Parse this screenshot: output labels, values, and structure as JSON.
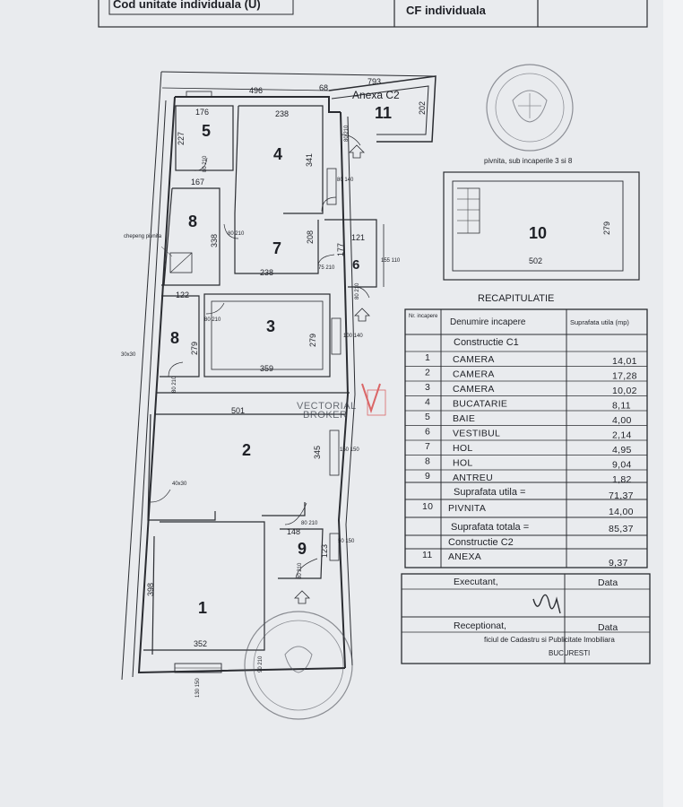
{
  "header": {
    "cod_label": "Cod unitate individuala (U)",
    "cf_label": "CF individuala"
  },
  "plan": {
    "top_dims": {
      "total": "793",
      "left": "496",
      "mid": "68"
    },
    "anexa_title": "Anexa C2",
    "rooms": [
      {
        "num": "1"
      },
      {
        "num": "2"
      },
      {
        "num": "3"
      },
      {
        "num": "4"
      },
      {
        "num": "5"
      },
      {
        "num": "6"
      },
      {
        "num": "7"
      },
      {
        "num": "8"
      },
      {
        "num": "8"
      },
      {
        "num": "9"
      },
      {
        "num": "10"
      },
      {
        "num": "11"
      }
    ],
    "dims": [
      "176",
      "238",
      "227",
      "341",
      "167",
      "338",
      "208",
      "121",
      "177",
      "238",
      "122",
      "279",
      "279",
      "359",
      "501",
      "345",
      "148",
      "123",
      "398",
      "352",
      "202",
      "279",
      "502",
      "30x30",
      "40x30"
    ],
    "openings": [
      "80 210",
      "80 140",
      "80 210",
      "80 210",
      "75 210",
      "155 110",
      "80 210",
      "80 210",
      "100 140",
      "80 210",
      "150 150",
      "80 210",
      "50 150",
      "80 210",
      "130 150",
      "90 210"
    ],
    "chepeng_label": "chepeng pivnita",
    "pivnita_note": "pivnita, sub incaperile 3 si 8"
  },
  "watermark": {
    "line1": "VECTORIAL",
    "line2": "BROKER"
  },
  "recap": {
    "title": "RECAPITULATIE",
    "col_nr": "Nr. incapere",
    "col_name": "Denumire incapere",
    "col_area": "Suprafata utila (mp)",
    "section_c1": "Constructie C1",
    "rows": [
      {
        "nr": "1",
        "name": "CAMERA",
        "area": "14,01"
      },
      {
        "nr": "2",
        "name": "CAMERA",
        "area": "17,28"
      },
      {
        "nr": "3",
        "name": "CAMERA",
        "area": "10,02"
      },
      {
        "nr": "4",
        "name": "BUCATARIE",
        "area": "8,11"
      },
      {
        "nr": "5",
        "name": "BAIE",
        "area": "4,00"
      },
      {
        "nr": "6",
        "name": "VESTIBUL",
        "area": "2,14"
      },
      {
        "nr": "7",
        "name": "HOL",
        "area": "4,95"
      },
      {
        "nr": "8",
        "name": "HOL",
        "area": "9,04"
      },
      {
        "nr": "9",
        "name": "ANTREU",
        "area": "1,82"
      }
    ],
    "utila_label": "Suprafata utila =",
    "utila_value": "71,37",
    "pivnita_nr": "10",
    "pivnita_name": "PIVNITA",
    "pivnita_area": "14,00",
    "totala_label": "Suprafata totala =",
    "totala_value": "85,37",
    "section_c2": "Constructie C2",
    "anexa_nr": "11",
    "anexa_name": "ANEXA",
    "anexa_area": "9,37"
  },
  "signature": {
    "executant": "Executant,",
    "data1": "Data",
    "receptionat": "Receptionat,",
    "data2": "Data",
    "stamp_line1": "ficiul de Cadastru si Publicitate Imobiliara",
    "stamp_line2": "BUCURESTI"
  },
  "colors": {
    "paper": "#e9ebee",
    "ink": "#1e2026",
    "watermark_red": "#d63a3a"
  }
}
